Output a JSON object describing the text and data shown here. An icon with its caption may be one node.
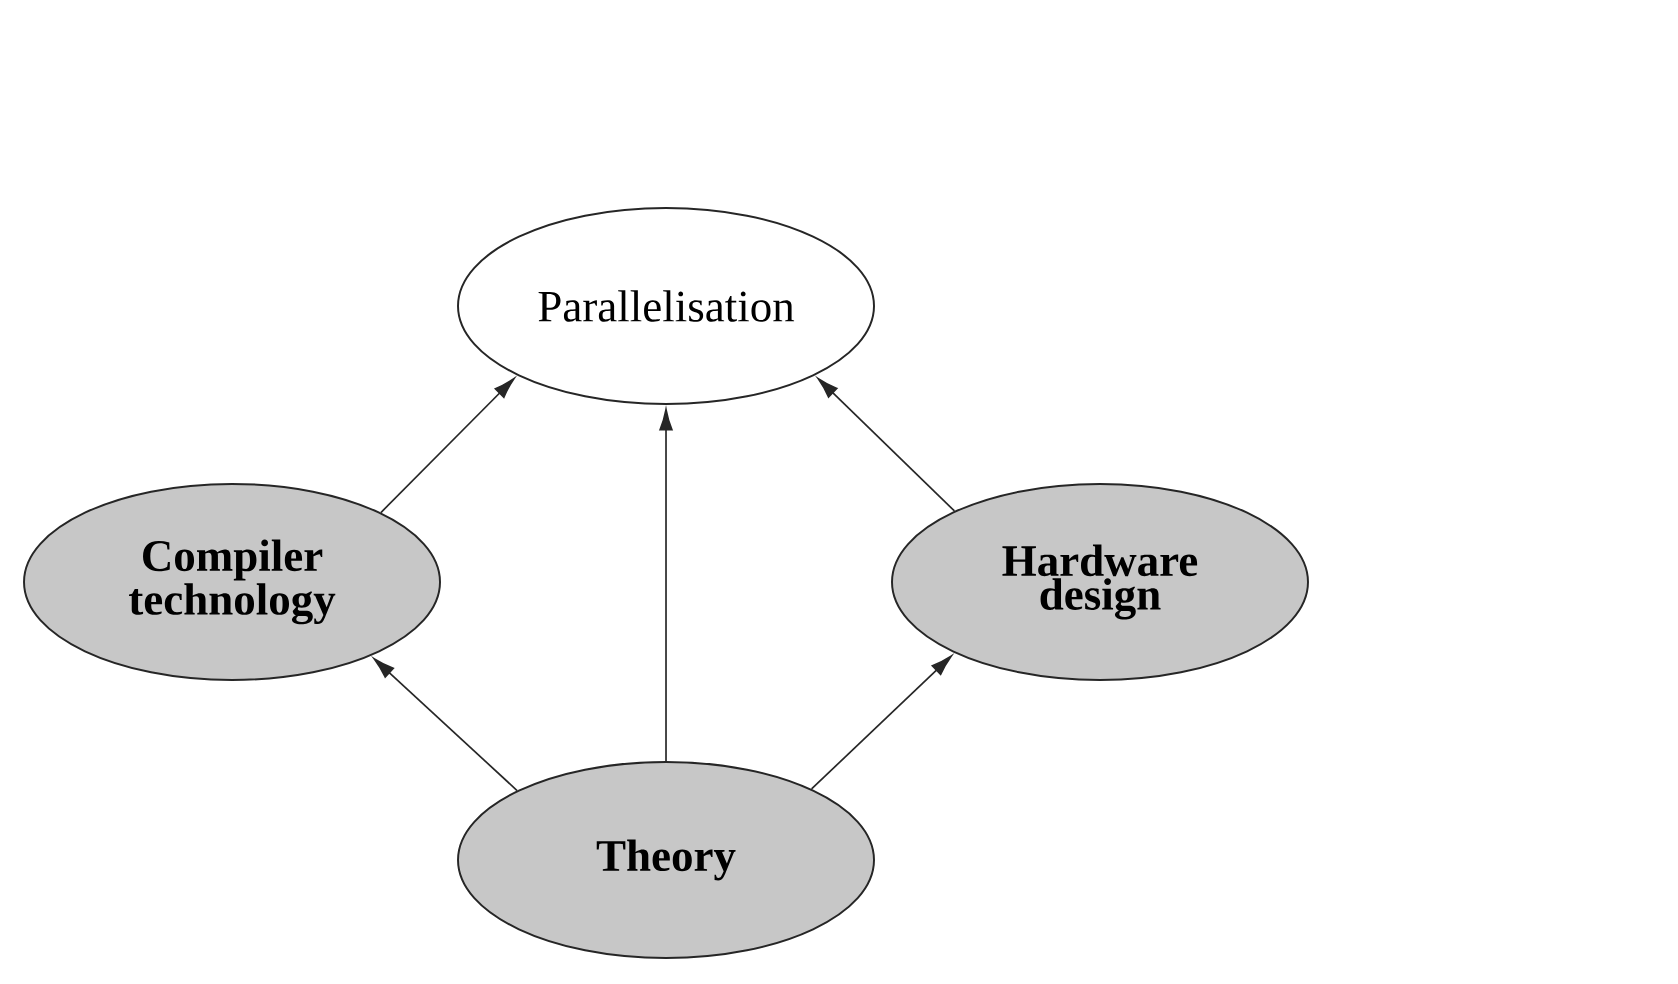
{
  "diagram": {
    "nodes": [
      {
        "text": [
          "Parallelisation"
        ]
      },
      {
        "text": [
          "Compiler technology"
        ]
      },
      {
        "text": [
          "Hardware design"
        ]
      },
      {
        "text": [
          "Theory"
        ]
      }
    ],
    "edges": [
      {
        "from": 1,
        "to": 0,
        "arrow": "to"
      },
      {
        "from": 3,
        "to": 0,
        "arrow": "to"
      },
      {
        "from": 2,
        "to": 0,
        "arrow": "to"
      },
      {
        "from": 3,
        "to": 1,
        "arrow": "to"
      },
      {
        "from": 3,
        "to": 2,
        "arrow": "to"
      }
    ]
  }
}
